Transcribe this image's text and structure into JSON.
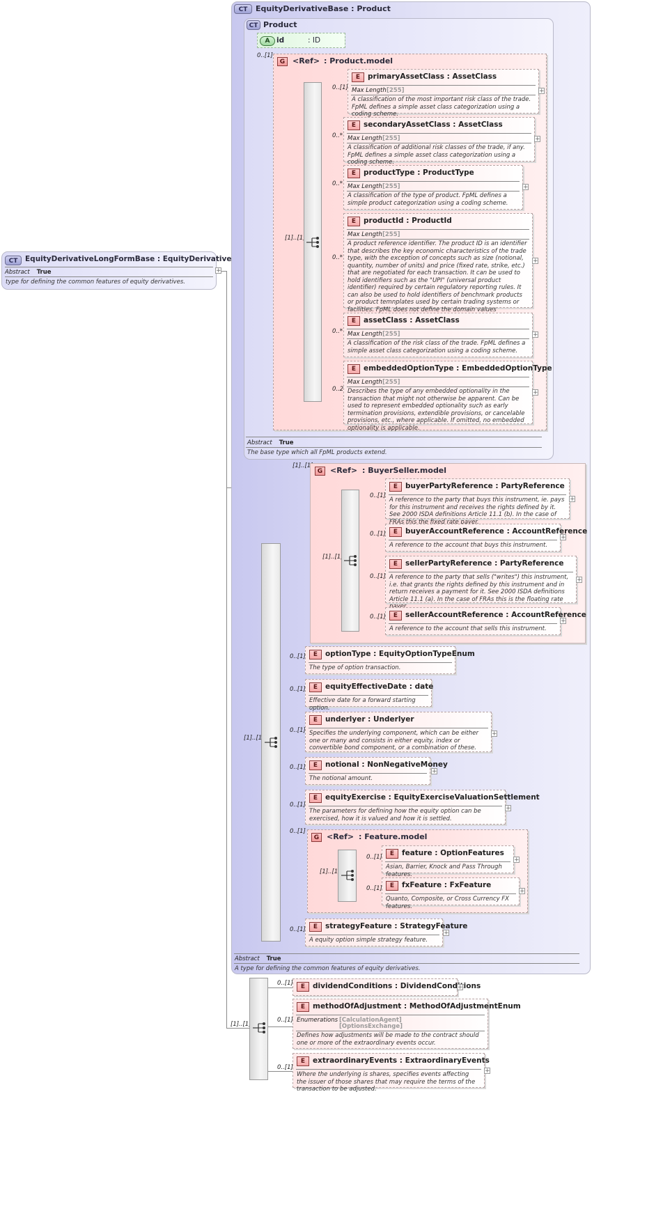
{
  "badges": {
    "complex_type": "CT",
    "element": "E",
    "group": "G",
    "attribute": "A"
  },
  "common": {
    "abstract_label": "Abstract",
    "abstract_value": "True",
    "max_length_label": "Max Length",
    "max_length_value": "[255]",
    "enumerations_label": "Enumerations",
    "ref_label": "<Ref>"
  },
  "root": {
    "title": "EquityDerivativeLongFormBase : EquityDerivativeBase",
    "doc": "type for defining the common features of equity derivatives."
  },
  "equity_derivative_base": {
    "title": "EquityDerivativeBase : Product",
    "doc": "A type for defining the common features of equity derivatives."
  },
  "product": {
    "title": "Product",
    "doc": "The base type which all FpML products extend.",
    "attribute": {
      "name": "id",
      "type": ": ID"
    },
    "model_card": "0..[1]",
    "model_name": ": Product.model",
    "seq_card": "[1]..[1]",
    "elements": [
      {
        "name": "primaryAssetClass : AssetClass",
        "card": "0..[1]",
        "doc": "A classification of the most important risk class of the trade. FpML defines a simple asset class categorization using a coding scheme."
      },
      {
        "name": "secondaryAssetClass : AssetClass",
        "card": "0..*",
        "doc": "A classification of additional risk classes of the trade, if any. FpML defines a simple asset class categorization using a coding scheme."
      },
      {
        "name": "productType : ProductType",
        "card": "0..*",
        "doc": "A classification of the type of product. FpML defines a simple product categorization using a coding scheme."
      },
      {
        "name": "productId : ProductId",
        "card": "0..*",
        "doc": "A product reference identifier. The product ID is an identifier that describes the key economic characteristics of the trade type, with the exception of concepts such as size (notional, quantity, number of units) and price (fixed rate, strike, etc.) that are negotiated for each transaction. It can be used to hold identifiers such as the \"UPI\" (universal product identifier) required by certain regulatory reporting rules. It can also be used to hold identifiers of benchmark products or product temnplates used by certain trading systems or facilities. FpML does not define the domain values associated with this element. Note that the domain values for this element are not strictly an enumerated list."
      },
      {
        "name": "assetClass : AssetClass",
        "card": "0..*",
        "doc": "A classification of the risk class of the trade. FpML defines a simple asset class categorization using a coding scheme."
      },
      {
        "name": "embeddedOptionType : EmbeddedOptionType",
        "card": "0..2",
        "doc": "Describes the type of any embedded optionality in the transaction that might not otherwise be apparent. Can be used to represent embedded optionality such as early termination provisions, extendible provisions, or cancelable provisions, etc., where applicable. If omitted, no embedded optionality is applicable."
      }
    ]
  },
  "equity_seq": {
    "seq_card": "[1]..[1]",
    "buyer_seller": {
      "card": "[1]..[1]",
      "name": ": BuyerSeller.model",
      "seq_card": "[1]..[1]",
      "elements": [
        {
          "name": "buyerPartyReference : PartyReference",
          "card": "0..[1]",
          "doc": "A reference to the party that buys this instrument, ie. pays for this instrument and receives the rights defined by it. See 2000 ISDA definitions Article 11.1 (b). In the case of FRAs this the fixed rate payer."
        },
        {
          "name": "buyerAccountReference : AccountReference",
          "card": "0..[1]",
          "doc": "A reference to the account that buys this instrument."
        },
        {
          "name": "sellerPartyReference : PartyReference",
          "card": "0..[1]",
          "doc": "A reference to the party that sells (\"writes\") this instrument, i.e. that grants the rights defined by this instrument and in return receives a payment for it. See 2000 ISDA definitions Article 11.1 (a). In the case of FRAs this is the floating rate payer."
        },
        {
          "name": "sellerAccountReference : AccountReference",
          "card": "0..[1]",
          "doc": "A reference to the account that sells this instrument."
        }
      ]
    },
    "elements": [
      {
        "name": "optionType : EquityOptionTypeEnum",
        "card": "0..[1]",
        "doc": "The type of option transaction."
      },
      {
        "name": "equityEffectiveDate : date",
        "card": "0..[1]",
        "doc": "Effective date for a forward starting option."
      },
      {
        "name": "underlyer : Underlyer",
        "card": "0..[1]",
        "doc": "Specifies the underlying component, which can be either one or many and consists in either equity, index or convertible bond component, or a combination of these."
      },
      {
        "name": "notional  : NonNegativeMoney",
        "card": "0..[1]",
        "doc": "The notional amount."
      },
      {
        "name": "equityExercise : EquityExerciseValuationSettlement",
        "card": "0..[1]",
        "doc": "The parameters for defining how the equity option can be exercised, how it is valued and how it is settled."
      }
    ],
    "feature_model": {
      "card": "0..[1]",
      "name": ": Feature.model",
      "seq_card": "[1]..[1]",
      "elements": [
        {
          "name": "feature    : OptionFeatures",
          "card": "0..[1]",
          "doc": "Asian, Barrier, Knock and Pass Through features."
        },
        {
          "name": "fxFeature : FxFeature",
          "card": "0..[1]",
          "doc": "Quanto, Composite, or Cross Currency FX features."
        }
      ]
    },
    "strategy": {
      "name": "strategyFeature : StrategyFeature",
      "card": "0..[1]",
      "doc": "A equity option simple strategy feature."
    }
  },
  "long_form_seq": {
    "seq_card": "[1]..[1]",
    "elements": [
      {
        "name": "dividendConditions : DividendConditions",
        "card": "0..[1]"
      },
      {
        "name": "methodOfAdjustment : MethodOfAdjustmentEnum",
        "card": "0..[1]",
        "enumerations": [
          "[CalculationAgent]",
          "[OptionsExchange]"
        ],
        "doc": "Defines how adjustments will be made to the contract should one or more of the extraordinary events occur."
      },
      {
        "name": "extraordinaryEvents : ExtraordinaryEvents",
        "card": "0..[1]",
        "doc": "Where the underlying is shares, specifies events affecting the issuer of those shares that may require the terms of the transaction to be adjusted."
      }
    ]
  }
}
